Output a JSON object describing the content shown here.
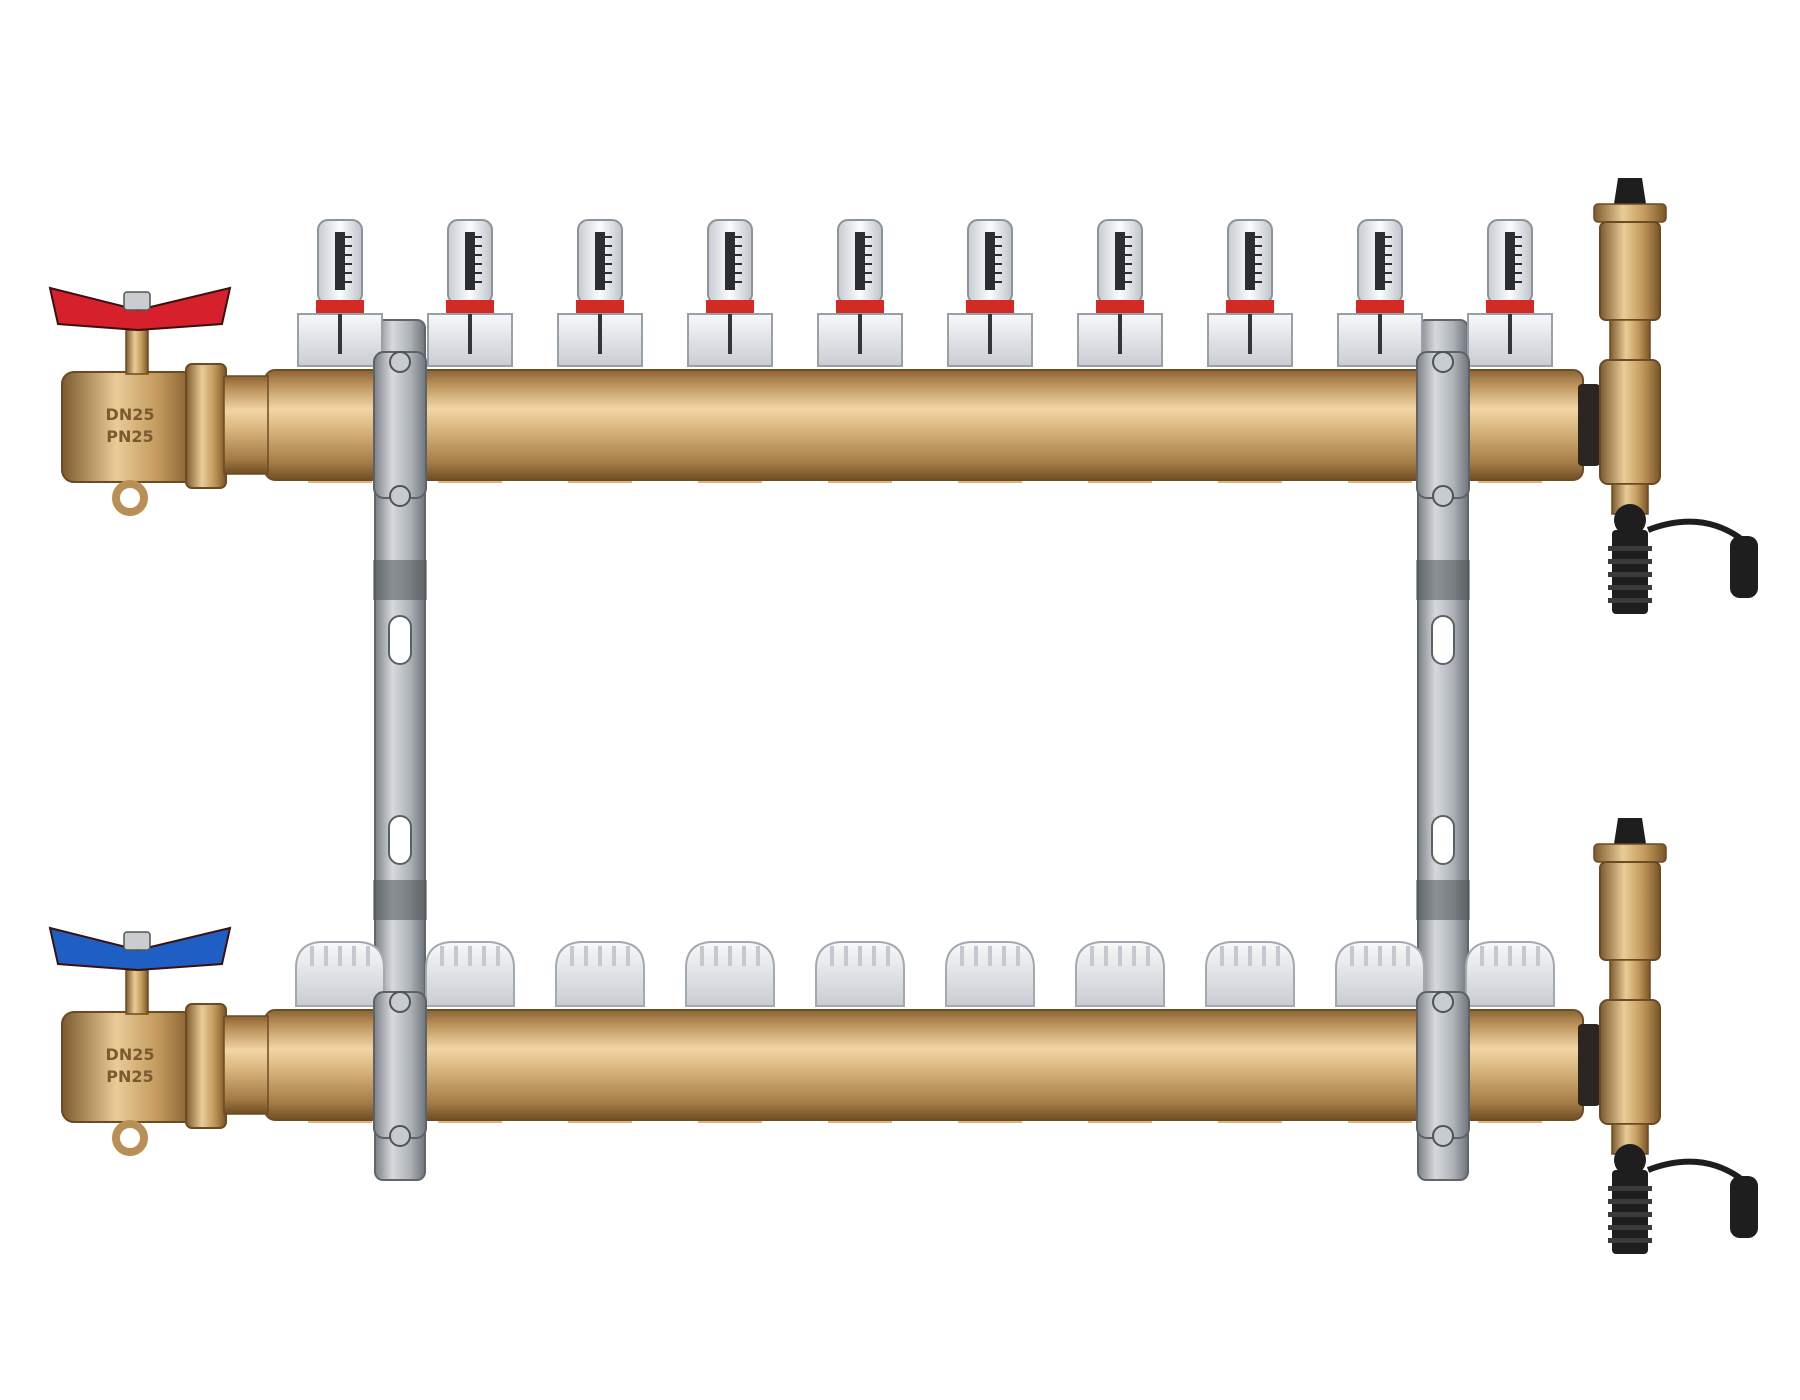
{
  "valve_marking": {
    "line1": "DN25",
    "line2": "PN25"
  },
  "outlets_per_bar": 10,
  "colors": {
    "brass": "#c9a064",
    "supply_handle": "#d6202c",
    "return_handle": "#1f5fc4",
    "flow_meter_cap": "#e7e9ec",
    "steel_bracket": "#a9aeb3",
    "background": "#ffffff"
  },
  "components": {
    "supply_bar": {
      "top_fittings": "flow-meters",
      "handle": "red"
    },
    "return_bar": {
      "top_fittings": "valve-caps",
      "handle": "blue"
    }
  }
}
